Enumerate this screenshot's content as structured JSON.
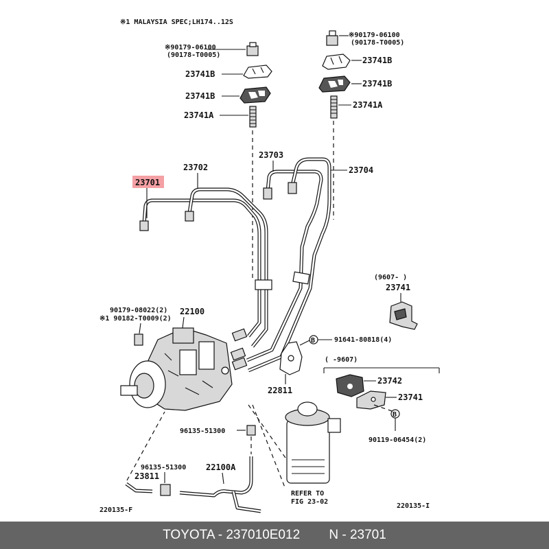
{
  "header_note": "※1 MALAYSIA SPEC;LH174..12S",
  "labels": {
    "nut_left_a": "※90179-06100",
    "nut_left_b": "(90178-T0005)",
    "nut_right_a": "※90179-06100",
    "nut_right_b": "(90178-T0005)",
    "clamp_b_1": "23741B",
    "clamp_b_2": "23741B",
    "clamp_b_3": "23741B",
    "clamp_b_4": "23741B",
    "clamp_a_left": "23741A",
    "clamp_a_right": "23741A",
    "pipe_23701": "23701",
    "pipe_23702": "23702",
    "pipe_23703": "23703",
    "pipe_23704": "23704",
    "range_9607_from": "(9607-        )",
    "clamp_23741_upper": "23741",
    "nut_pump_a": "90179-08022(2)",
    "nut_pump_b": "※1 90182-T0009(2)",
    "pump_22100": "22100",
    "bolt_91641": "91641-80818(4)",
    "range_9607_to": "(        -9607)",
    "bracket_22811": "22811",
    "cushion_23742": "23742",
    "clamp_23741_lower": "23741",
    "bolt_90119": "90119-06454(2)",
    "hose_96135_a": "96135-51300",
    "hose_96135_b": "96135-51300",
    "hose_22100a": "22100A",
    "hose_23811": "23811",
    "refer_to": "REFER TO",
    "refer_fig": "FIG 23-02",
    "fig_left": "220135-F",
    "fig_right": "220135-I",
    "bolt_marker": "B"
  },
  "footer": {
    "brand": "TOYOTA - 237010E012",
    "part": "N - 23701"
  },
  "colors": {
    "highlight": "#f4a0a4",
    "footer_bg": "#646464"
  }
}
